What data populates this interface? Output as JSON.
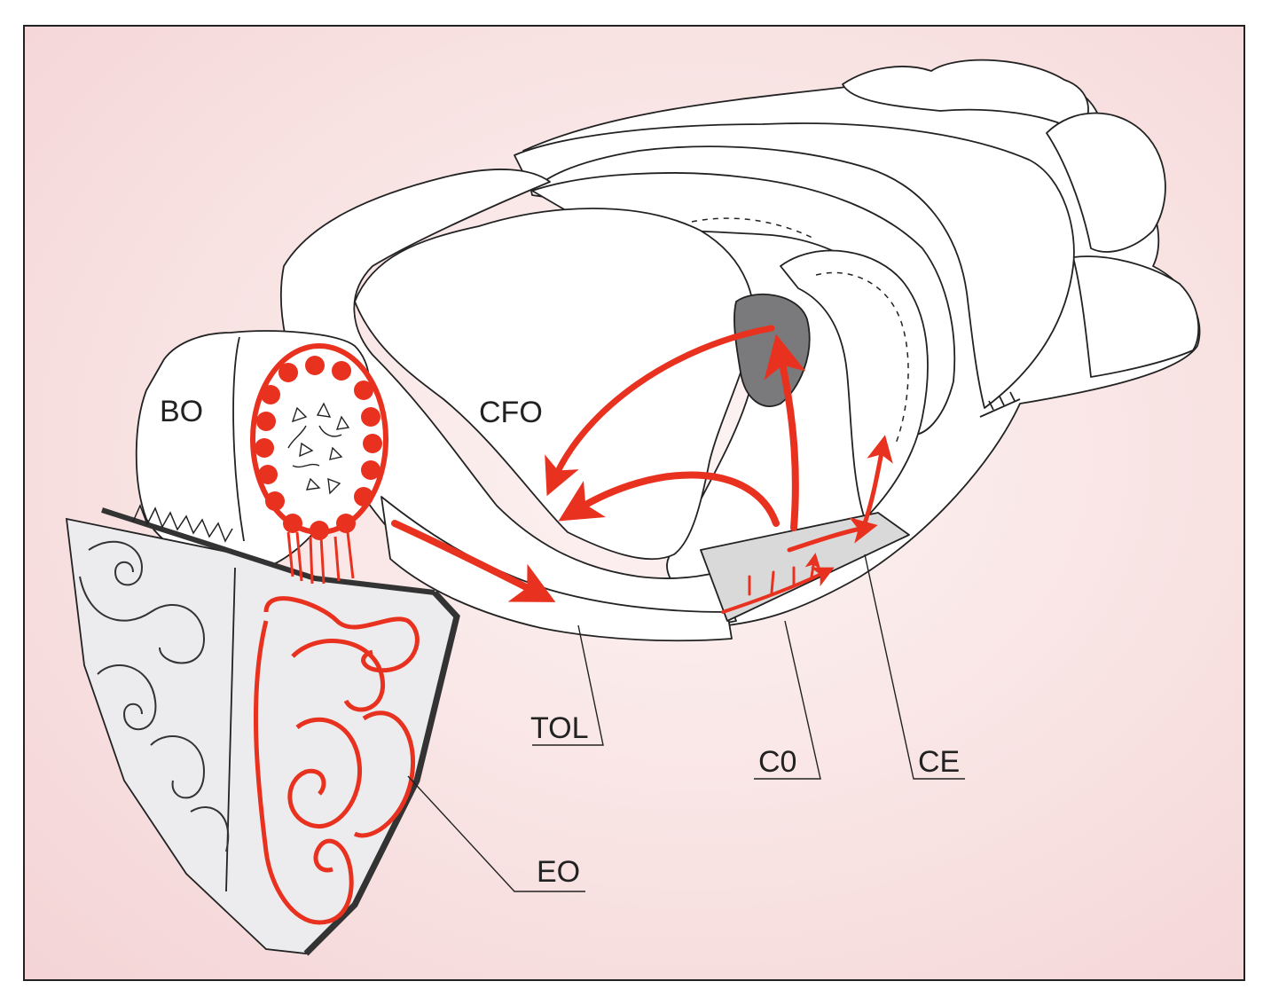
{
  "labels": {
    "bo": "BO",
    "cfo": "CFO",
    "tol": "TOL",
    "co": "C0",
    "ce": "CE",
    "eo": "EO"
  },
  "colors": {
    "outline": "#222222",
    "pathway_red": "#e8321f",
    "shaded_region": "#d9d9da",
    "dark_region": "#7a7a7c",
    "background_tint": "#f7dfe0"
  }
}
